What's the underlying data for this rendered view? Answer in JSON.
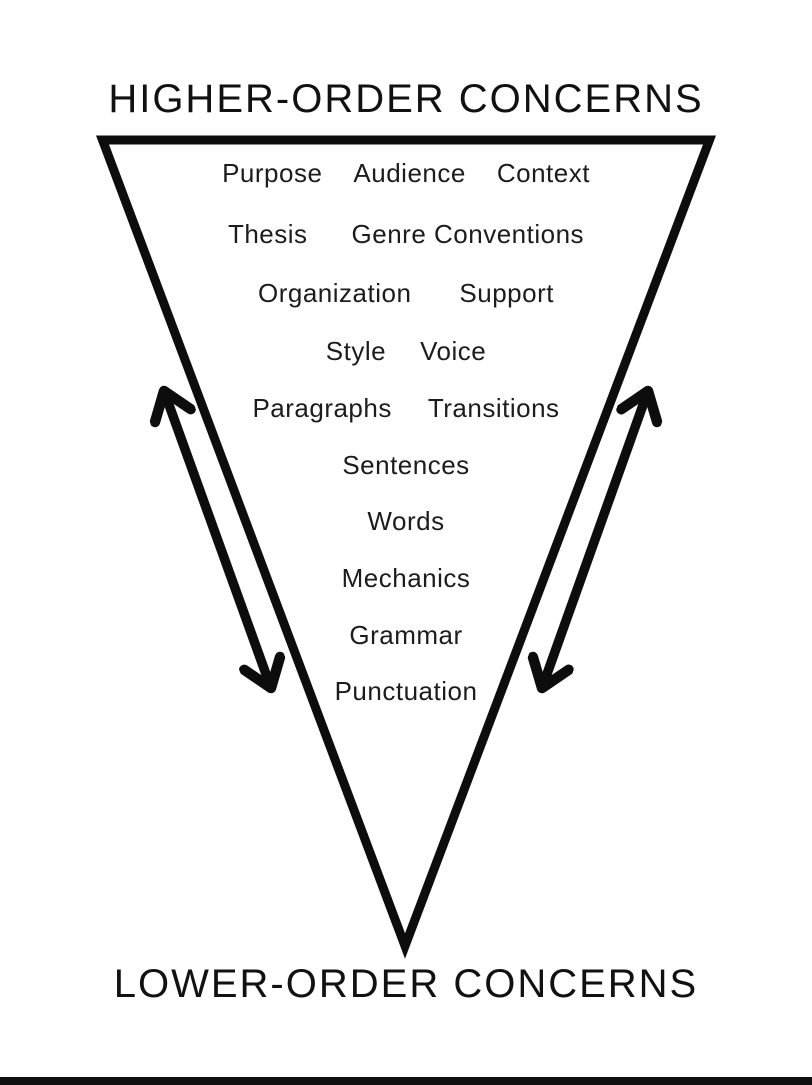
{
  "titles": {
    "top": "HIGHER-ORDER CONCERNS",
    "bottom": "LOWER-ORDER CONCERNS"
  },
  "rows": [
    {
      "items": [
        "Purpose",
        "Audience",
        "Context"
      ]
    },
    {
      "items": [
        "Thesis",
        "Genre Conventions"
      ]
    },
    {
      "items": [
        "Organization",
        "Support"
      ]
    },
    {
      "items": [
        "Style",
        "Voice"
      ]
    },
    {
      "items": [
        "Paragraphs",
        "Transitions"
      ]
    },
    {
      "items": [
        "Sentences"
      ]
    },
    {
      "items": [
        "Words"
      ]
    },
    {
      "items": [
        "Mechanics"
      ]
    },
    {
      "items": [
        "Grammar"
      ]
    },
    {
      "items": [
        "Punctuation"
      ]
    }
  ],
  "colors": {
    "ink": "#0d0d0d",
    "background": "#ffffff",
    "footer_bar": "#101010"
  }
}
